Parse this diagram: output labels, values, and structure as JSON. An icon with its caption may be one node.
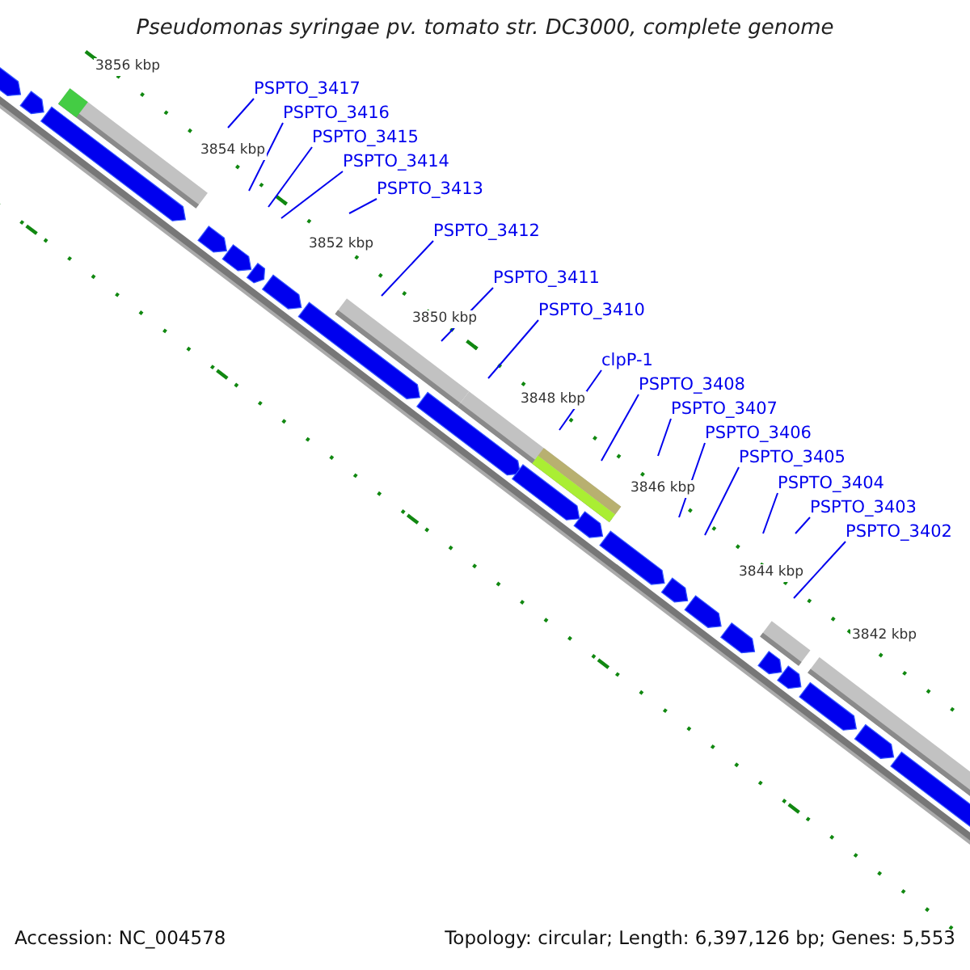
{
  "diagram": {
    "title": "Pseudomonas syringae pv. tomato str. DC3000, complete genome",
    "nodes": [
      {
        "text": [
          "PSPTO_3417"
        ]
      },
      {
        "text": [
          "PSPTO_3416"
        ]
      },
      {
        "text": [
          "PSPTO_3415"
        ]
      },
      {
        "text": [
          "PSPTO_3414"
        ]
      },
      {
        "text": [
          "PSPTO_3413"
        ]
      },
      {
        "text": [
          "PSPTO_3412"
        ]
      },
      {
        "text": [
          "PSPTO_3411"
        ]
      },
      {
        "text": [
          "PSPTO_3410"
        ]
      },
      {
        "text": [
          "clpP-1"
        ]
      },
      {
        "text": [
          "PSPTO_3408"
        ]
      },
      {
        "text": [
          "PSPTO_3407"
        ]
      },
      {
        "text": [
          "PSPTO_3406"
        ]
      },
      {
        "text": [
          "PSPTO_3405"
        ]
      },
      {
        "text": [
          "PSPTO_3404"
        ]
      },
      {
        "text": [
          "PSPTO_3403"
        ]
      },
      {
        "text": [
          "PSPTO_3402"
        ]
      }
    ],
    "edges": [
      {
        "from": 0,
        "to": null,
        "arrow": "none"
      },
      {
        "from": 1,
        "to": null,
        "arrow": "none"
      },
      {
        "from": 2,
        "to": null,
        "arrow": "none"
      },
      {
        "from": 3,
        "to": null,
        "arrow": "none"
      },
      {
        "from": 4,
        "to": null,
        "arrow": "none"
      },
      {
        "from": 5,
        "to": null,
        "arrow": "none"
      },
      {
        "from": 6,
        "to": null,
        "arrow": "none"
      },
      {
        "from": 7,
        "to": null,
        "arrow": "none"
      },
      {
        "from": 8,
        "to": null,
        "arrow": "none"
      },
      {
        "from": 9,
        "to": null,
        "arrow": "none"
      },
      {
        "from": 10,
        "to": null,
        "arrow": "none"
      },
      {
        "from": 11,
        "to": null,
        "arrow": "none"
      },
      {
        "from": 12,
        "to": null,
        "arrow": "none"
      },
      {
        "from": 13,
        "to": null,
        "arrow": "none"
      },
      {
        "from": 14,
        "to": null,
        "arrow": "none"
      },
      {
        "from": 15,
        "to": null,
        "arrow": "none"
      }
    ],
    "labels": [
      "3856 kbp",
      "3854 kbp",
      "3852 kbp",
      "3850 kbp",
      "3848 kbp",
      "3846 kbp",
      "3844 kbp",
      "3842 kbp",
      "Accession: NC_004578",
      "Topology: circular; Length: 6,397,126 bp; Genes: 5,553"
    ]
  }
}
